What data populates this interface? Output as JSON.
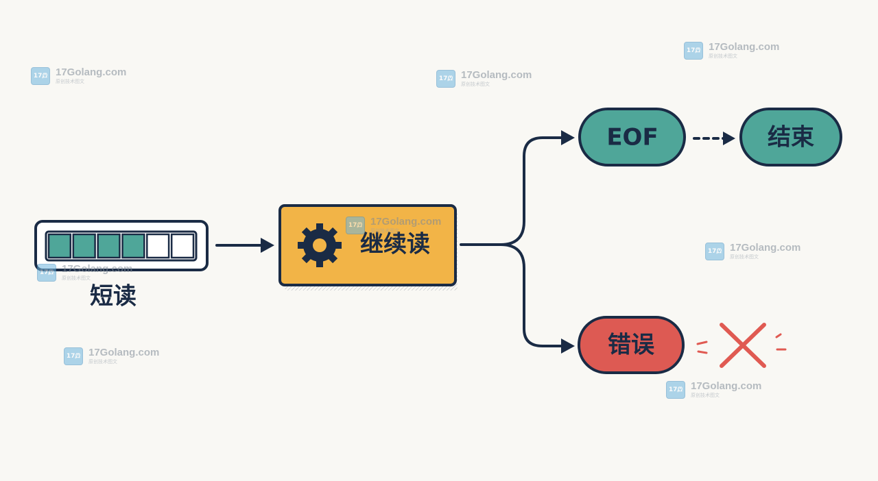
{
  "nodes": {
    "short_read": {
      "label": "短读",
      "segments_total": 6,
      "segments_filled": 4
    },
    "continue_read": {
      "label": "继续读",
      "icon": "gear-icon"
    },
    "eof": {
      "label": "EOF"
    },
    "end": {
      "label": "结束"
    },
    "error": {
      "label": "错误",
      "icon": "error-x-icon"
    }
  },
  "colors": {
    "outline": "#1a2b45",
    "teal": "#4fa699",
    "orange": "#f2b447",
    "red": "#dd5a53",
    "x_mark": "#e05a52",
    "background": "#f9f8f4"
  },
  "watermark": {
    "domain": "17Golang.com",
    "subtitle": "原创技术图文",
    "logo_text": "17ᘻ"
  }
}
